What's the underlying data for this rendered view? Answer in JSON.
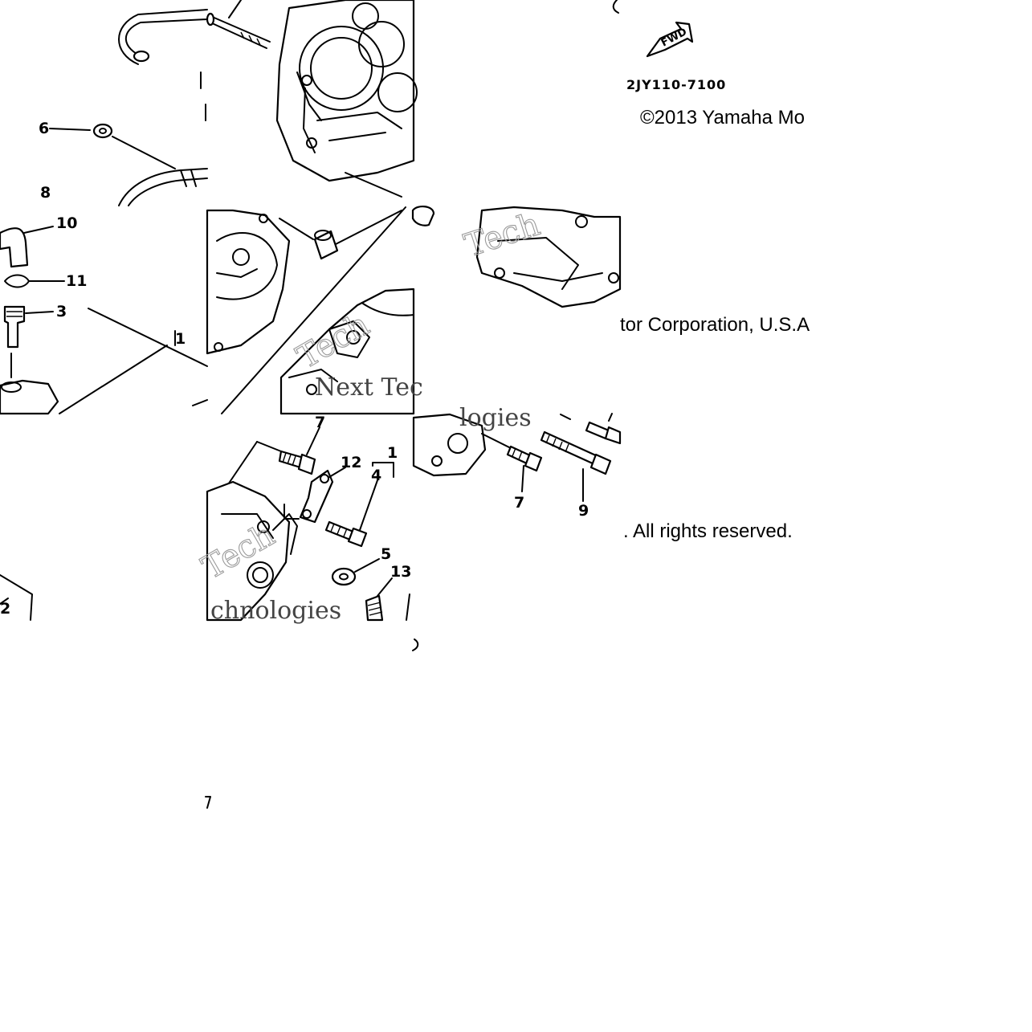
{
  "diagram": {
    "part_code": "2JY110-7100",
    "fwd_label": "FWD",
    "copyright": {
      "segment_1": "©2013 Yamaha Mo",
      "segment_2": "tor Corporation, U.S.A",
      "segment_3": ". All rights reserved."
    },
    "watermark": {
      "text_1": "Tech",
      "text_2": "Next Tec",
      "text_3": "logies",
      "text_4": "chnologies"
    },
    "callouts": {
      "c6": "6",
      "c8": "8",
      "c10": "10",
      "c11": "11",
      "c3": "3",
      "c1a": "1",
      "c2": "2",
      "c7a": "7",
      "c12": "12",
      "c1b": "1",
      "c4": "4",
      "c5": "5",
      "c13": "13",
      "c7b": "7",
      "c9": "9"
    }
  }
}
